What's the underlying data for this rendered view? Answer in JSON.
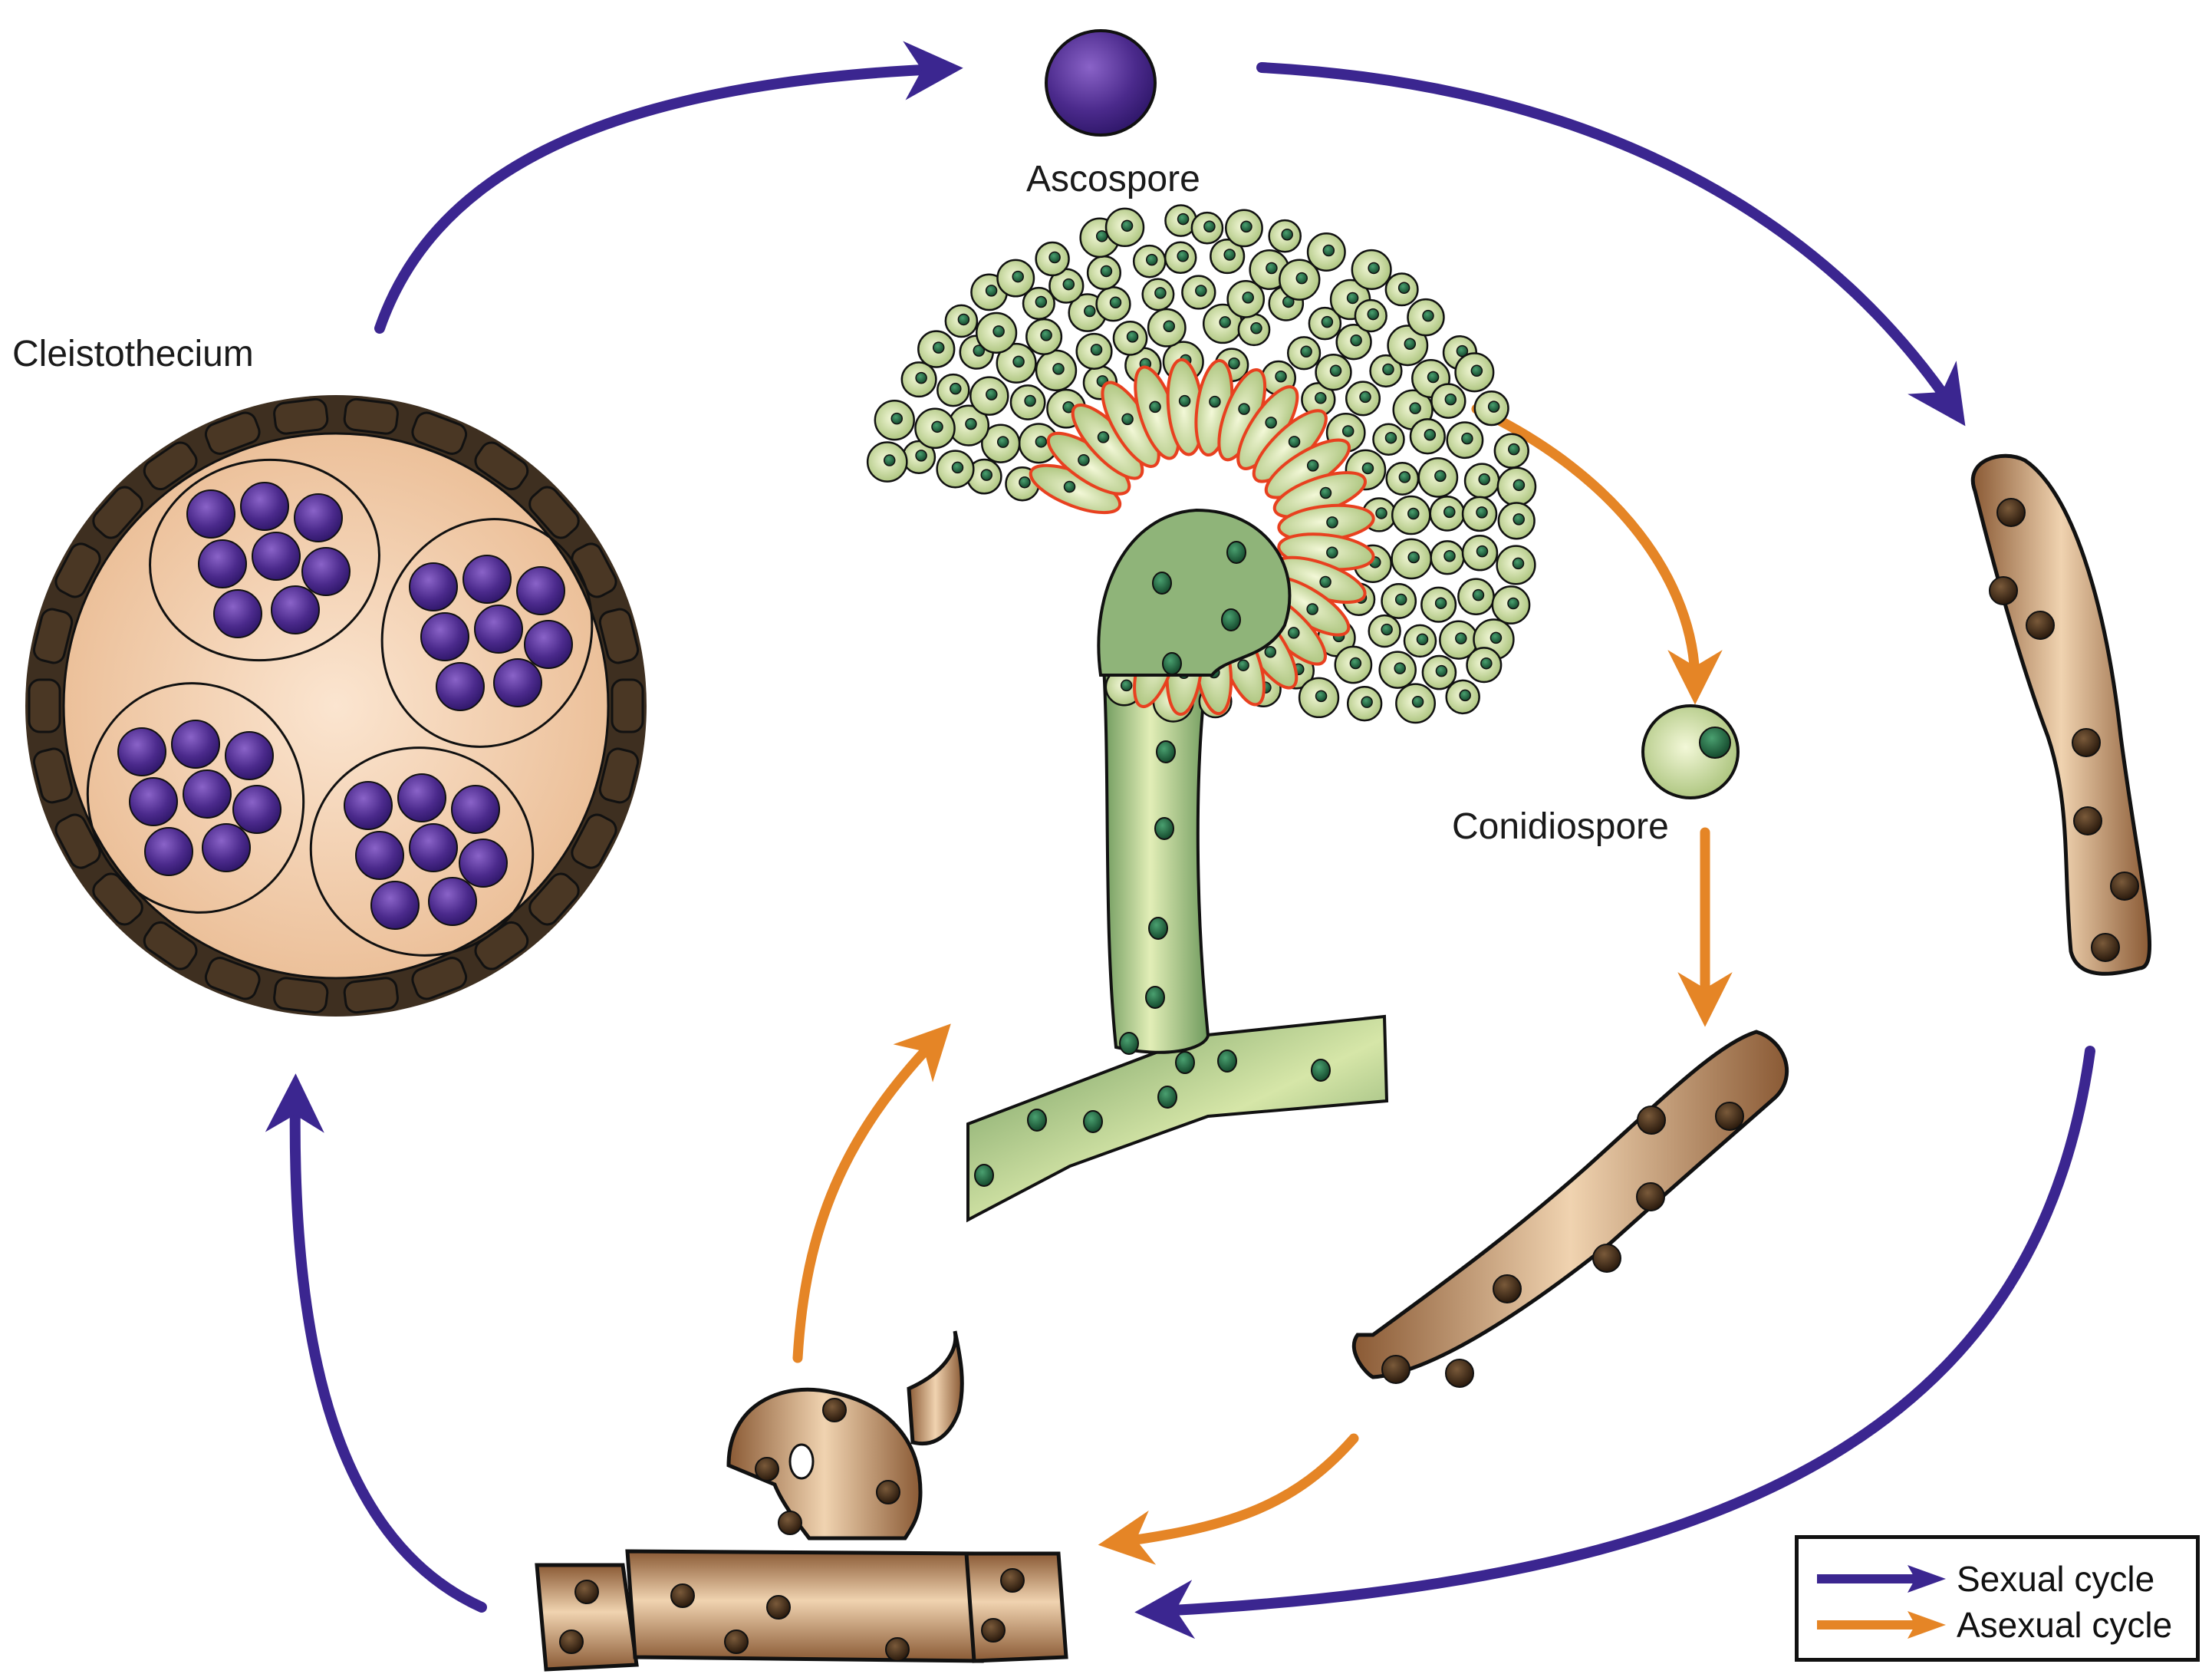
{
  "labels": {
    "ascospore": "Ascospore",
    "cleistothecium": "Cleistothecium",
    "conidiospore": "Conidiospore"
  },
  "legend": {
    "sexual": "Sexual cycle",
    "asexual": "Asexual cycle"
  },
  "colors": {
    "sexual_arrow": "#3b2690",
    "asexual_arrow": "#e58526",
    "spore_purple": "#4b2a8c",
    "conidia_green": "#c9dc9b",
    "hypha_brown": "#b98a5c",
    "wall_dark": "#3e2f20",
    "phialide_red": "#e8401f"
  }
}
